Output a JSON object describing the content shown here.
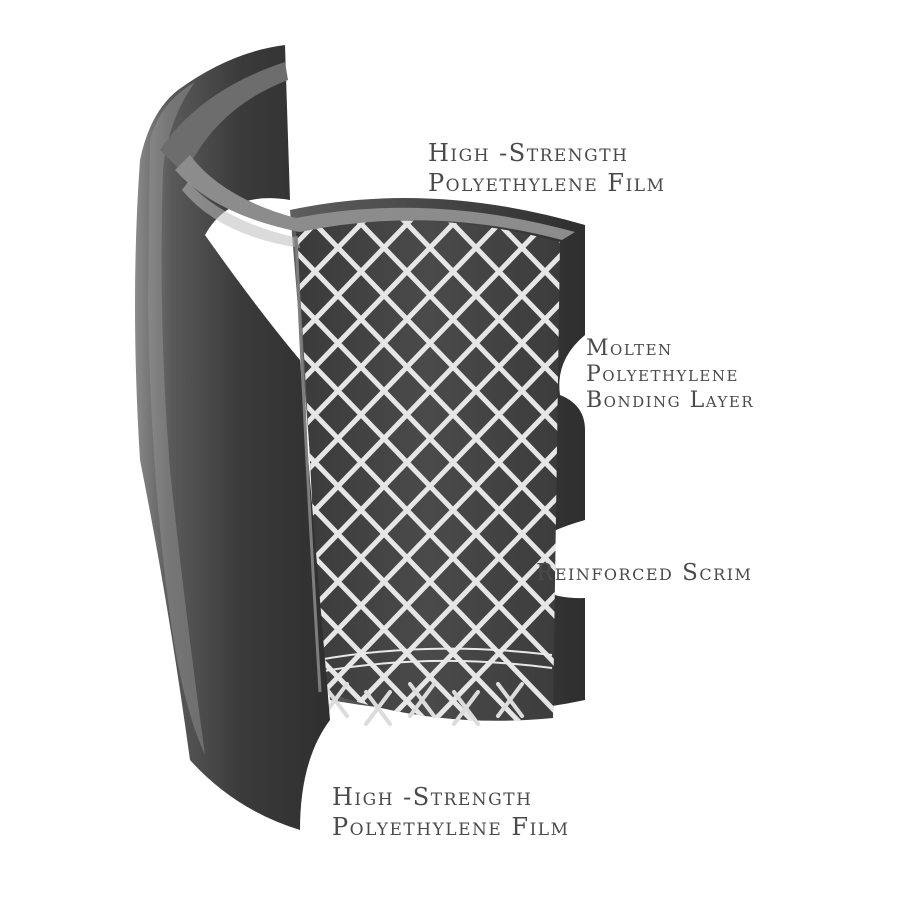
{
  "labels": {
    "top_film": {
      "line1": "High -Strength",
      "line2": "Polyethylene Film"
    },
    "bonding_layer": {
      "line1": "Molten",
      "line2": "Polyethylene",
      "line3": "Bonding Layer"
    },
    "scrim": {
      "line1": "Reinforced Scrim"
    },
    "bottom_film": {
      "line1": "High -Strength",
      "line2": "Polyethylene Film"
    }
  },
  "colors": {
    "outer_film": "#4b4b4b",
    "film_highlight": "#7a7a7a",
    "scrim_lines": "#e6e6e6",
    "label_text": "#4a4a4a"
  }
}
